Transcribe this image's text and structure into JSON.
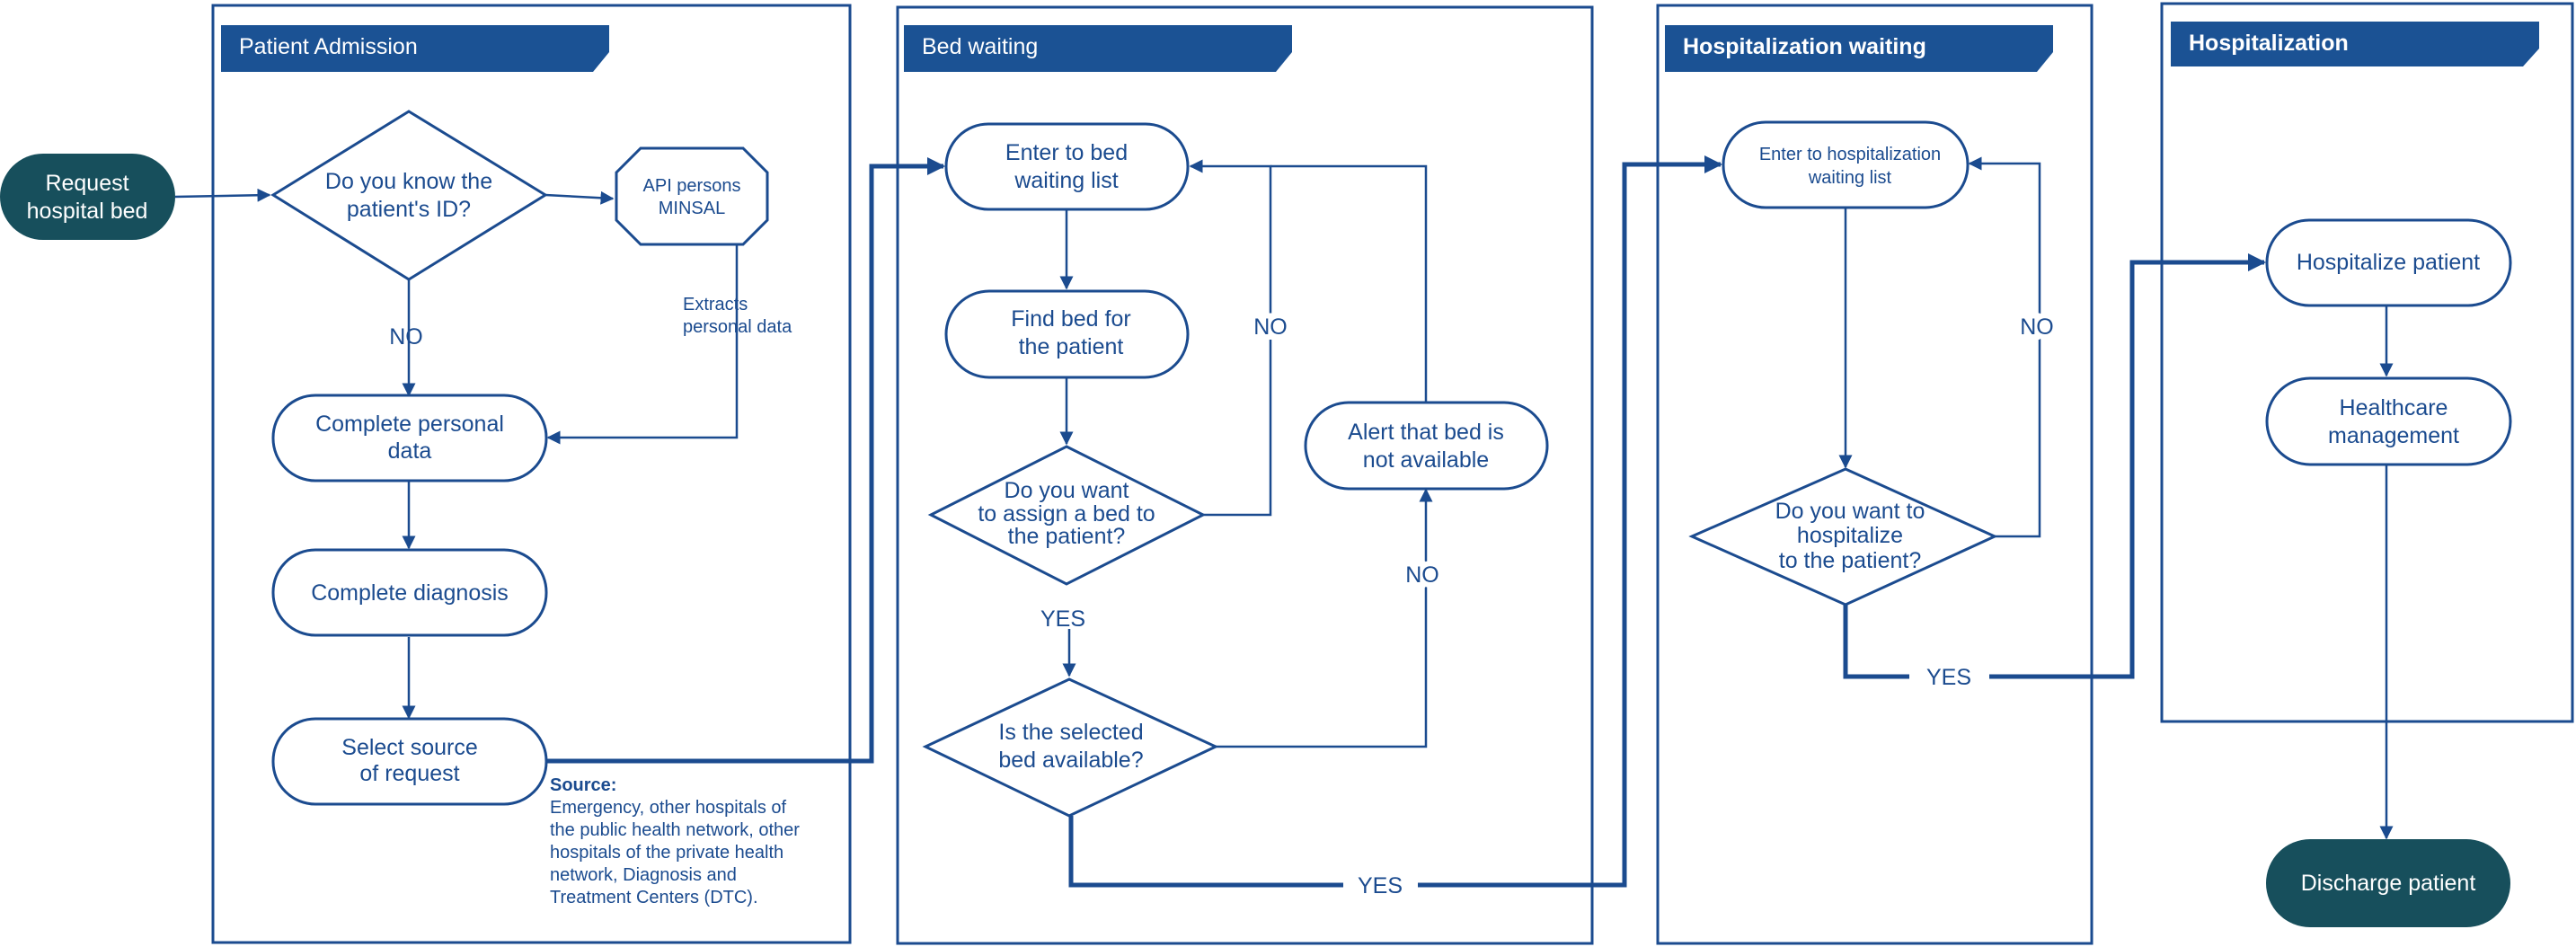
{
  "lanes": {
    "patient_admission": "Patient Admission",
    "bed_waiting": "Bed waiting",
    "hospitalization_waiting": "Hospitalization waiting",
    "hospitalization": "Hospitalization"
  },
  "nodes": {
    "request_bed": [
      "Request",
      "hospital bed"
    ],
    "know_id": [
      "Do you know the",
      "patient's ID?"
    ],
    "api_minsal": [
      "API persons",
      "MINSAL"
    ],
    "complete_personal": [
      "Complete personal",
      "data"
    ],
    "complete_diagnosis": [
      "Complete diagnosis"
    ],
    "select_source": [
      "Select source",
      "of request"
    ],
    "enter_bed_list": [
      "Enter to bed",
      "waiting list"
    ],
    "find_bed": [
      "Find bed for",
      "the patient"
    ],
    "assign_bed": [
      "Do you want",
      "to assign a bed to",
      "the patient?"
    ],
    "bed_available": [
      "Is the selected",
      "bed available?"
    ],
    "alert_bed": [
      "Alert that bed is",
      "not available"
    ],
    "enter_hosp_list": [
      "Enter to hospitalization",
      "waiting list"
    ],
    "want_hospitalize": [
      "Do you want to",
      "hospitalize",
      "to the patient?"
    ],
    "hospitalize": [
      "Hospitalize patient"
    ],
    "healthcare": [
      "Healthcare",
      "management"
    ],
    "discharge": [
      "Discharge patient"
    ]
  },
  "edge_labels": {
    "no_know_id": "NO",
    "extracts": [
      "Extracts",
      "personal data"
    ],
    "no_assign": "NO",
    "yes_assign": "YES",
    "no_available": "NO",
    "yes_available": "YES",
    "no_hospitalize": "NO",
    "yes_hospitalize": "YES"
  },
  "source_note": {
    "title": "Source:",
    "lines": [
      "Emergency, other hospitals of",
      "the public health network, other",
      "hospitals of the private health",
      "network, Diagnosis and",
      "Treatment Centers (DTC)."
    ]
  },
  "colors": {
    "stroke": "#1b4b8f",
    "header": "#1b5294",
    "terminal": "#174f5c"
  }
}
